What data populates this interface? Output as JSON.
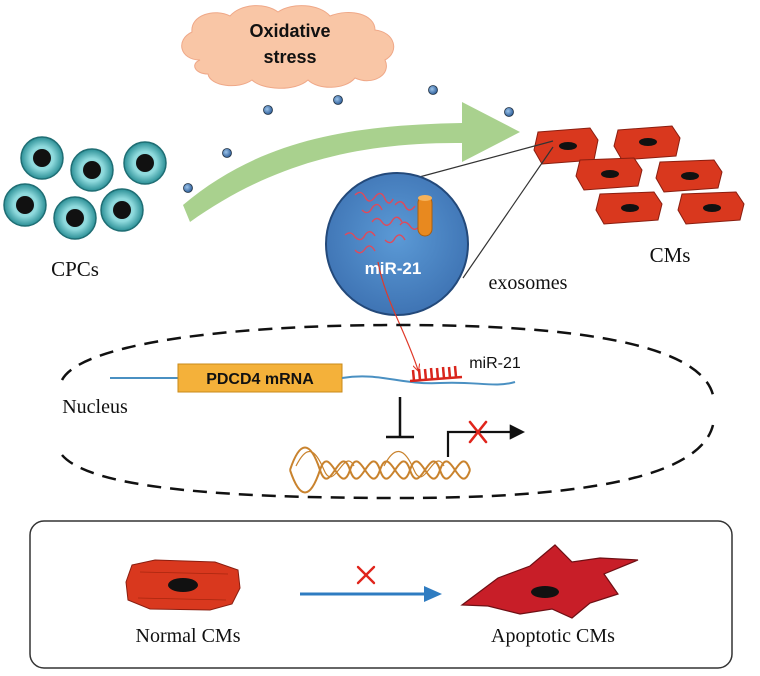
{
  "labels": {
    "stress_line1": "Oxidative",
    "stress_line2": "stress",
    "cpcs": "CPCs",
    "cms": "CMs",
    "exosomes": "exosomes",
    "mir21_vesicle": "miR-21",
    "mir21_binding": "miR-21",
    "pdcd4": "PDCD4 mRNA",
    "nucleus": "Nucleus",
    "normal_cms": "Normal CMs",
    "apoptotic_cms": "Apoptotic CMs"
  },
  "colors": {
    "cloud": "#f9c6a6",
    "arrow_green": "#a9d18e",
    "cpc_outer": "#2f9aa0",
    "cpc_inner": "#7fd3d6",
    "cm_red": "#d9381e",
    "vesicle_blue": "#4a86c8",
    "pdcd4_box": "#f4b13a",
    "mrna_line": "#4a90c2",
    "inhibit_red": "#d9251c",
    "dna_orange": "#c9832e",
    "process_arrow": "#2f7cc1"
  }
}
